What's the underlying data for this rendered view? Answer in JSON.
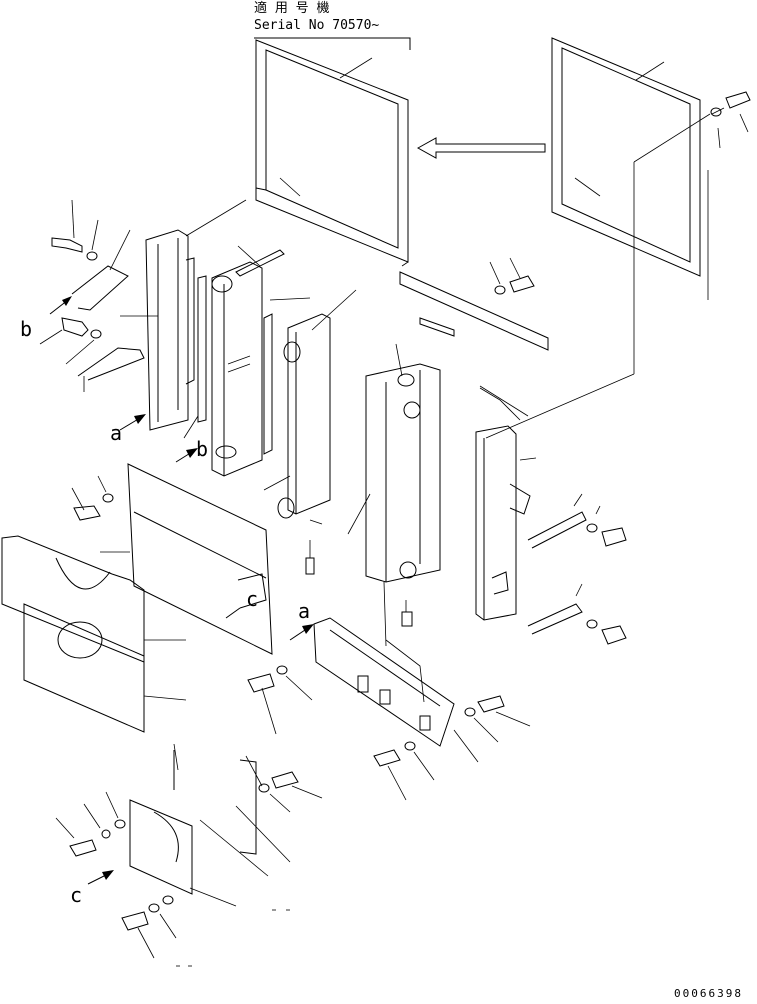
{
  "header": {
    "line1": "適 用 号 機",
    "line2": "Serial No 70570~"
  },
  "callouts": {
    "a_upper": "a",
    "b_upper": "b",
    "b_left": "b",
    "a_lower": "a",
    "c_upper": "c",
    "c_lower": "c"
  },
  "drawing_code": "00066398"
}
